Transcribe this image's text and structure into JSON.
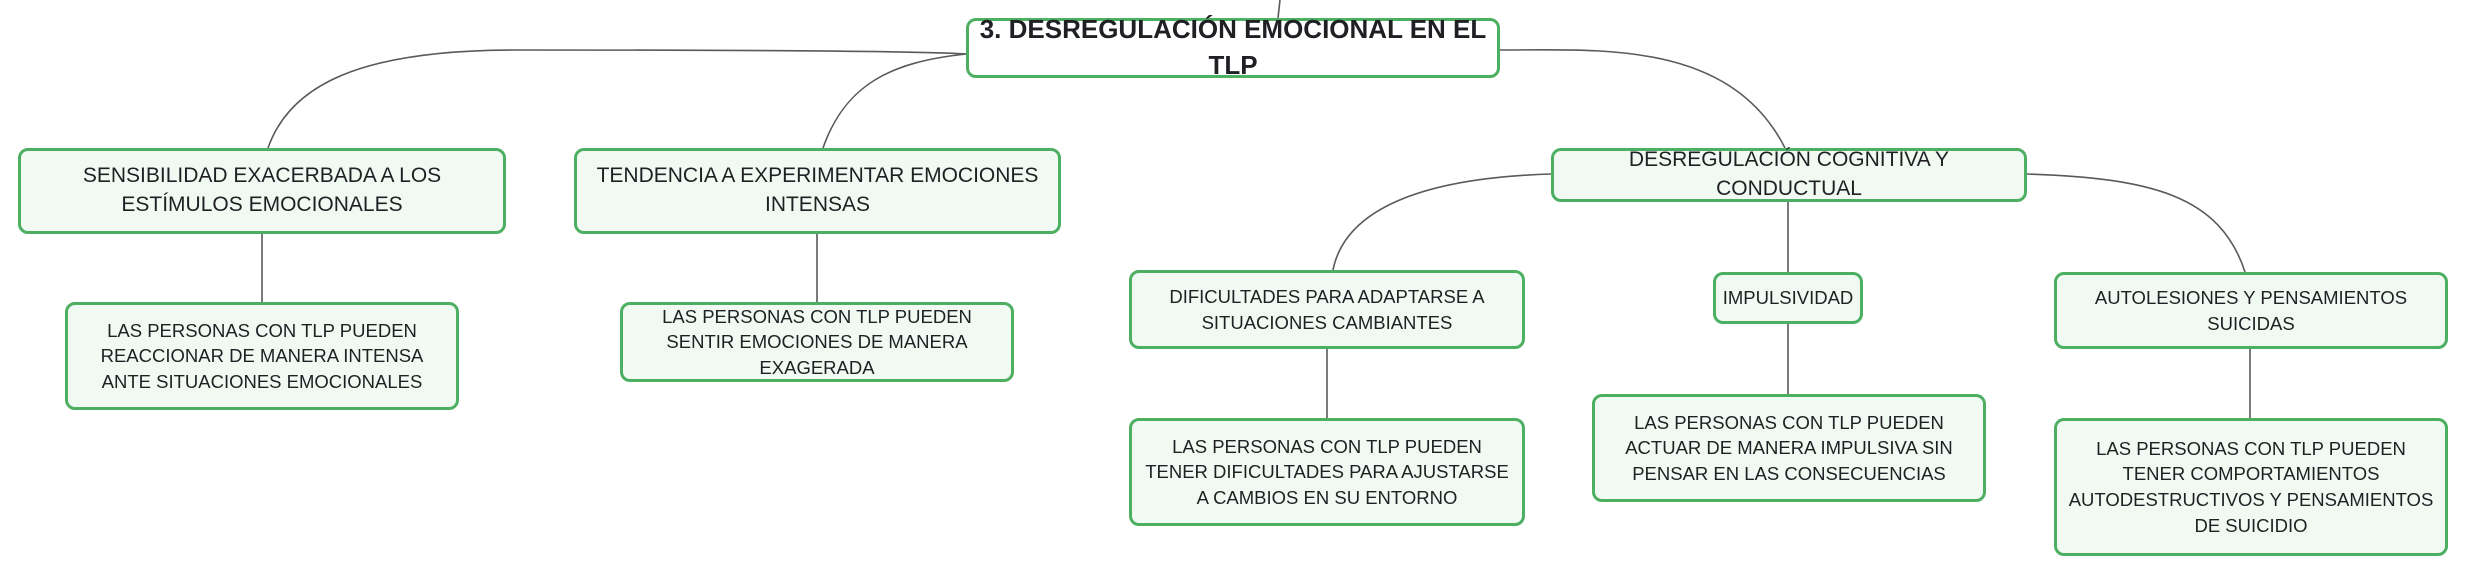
{
  "root": {
    "label": "3. DESREGULACIÓN EMOCIONAL EN EL TLP"
  },
  "branches": [
    {
      "label": "SENSIBILIDAD EXACERBADA A LOS ESTÍMULOS EMOCIONALES",
      "detail": "LAS PERSONAS CON TLP PUEDEN REACCIONAR DE MANERA INTENSA ANTE SITUACIONES EMOCIONALES"
    },
    {
      "label": "TENDENCIA A EXPERIMENTAR EMOCIONES INTENSAS",
      "detail": "LAS PERSONAS CON TLP PUEDEN SENTIR EMOCIONES DE MANERA EXAGERADA"
    },
    {
      "label": "DESREGULACIÓN COGNITIVA Y CONDUCTUAL",
      "children": [
        {
          "label": "DIFICULTADES PARA ADAPTARSE A SITUACIONES CAMBIANTES",
          "detail": "LAS PERSONAS CON TLP PUEDEN TENER DIFICULTADES PARA AJUSTARSE A CAMBIOS EN SU ENTORNO"
        },
        {
          "label": "IMPULSIVIDAD",
          "detail": "LAS PERSONAS CON TLP PUEDEN ACTUAR DE MANERA IMPULSIVA SIN PENSAR EN LAS CONSECUENCIAS"
        },
        {
          "label": "AUTOLESIONES Y PENSAMIENTOS SUICIDAS",
          "detail": "LAS PERSONAS CON TLP PUEDEN TENER COMPORTAMIENTOS AUTODESTRUCTIVOS Y PENSAMIENTOS DE SUICIDIO"
        }
      ]
    }
  ],
  "colors": {
    "node_border": "#4caf62",
    "node_fill": "#f1f9f3",
    "connector": "#555555",
    "text": "#1f2024"
  }
}
